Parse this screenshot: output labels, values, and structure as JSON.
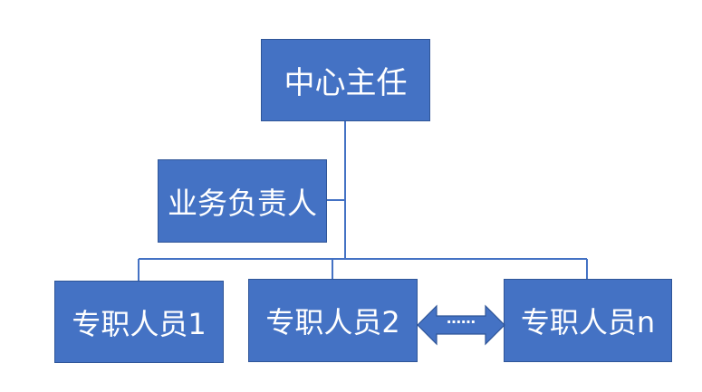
{
  "diagram": {
    "nodes": {
      "director": "中心主任",
      "business_lead": "业务负责人",
      "staff_1": "专职人员1",
      "staff_2": "专职人员2",
      "staff_n": "专职人员n"
    },
    "ellipsis": "……"
  },
  "colors": {
    "box_fill": "#4472c4",
    "box_border": "#2f5597",
    "connector": "#4472c4",
    "text": "#ffffff"
  }
}
